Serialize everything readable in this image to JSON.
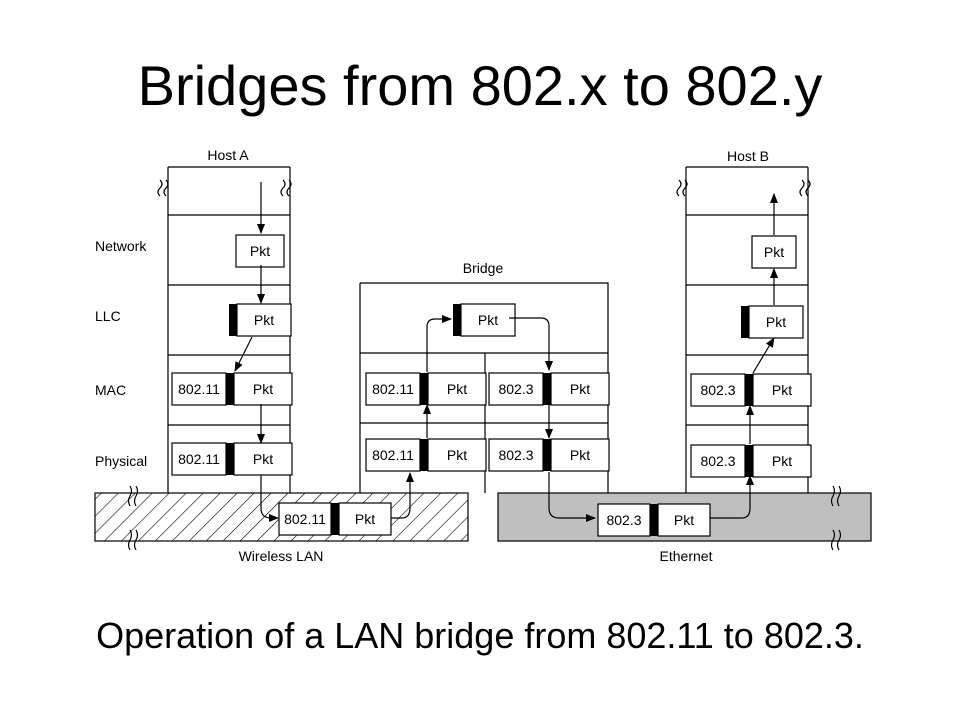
{
  "title": "Bridges from 802.x to 802.y",
  "caption": "Operation of a LAN bridge from 802.11 to 802.3.",
  "layers": {
    "network": "Network",
    "llc": "LLC",
    "mac": "MAC",
    "physical": "Physical"
  },
  "nodes": {
    "host_a": "Host A",
    "bridge": "Bridge",
    "host_b": "Host B"
  },
  "networks": {
    "wireless": "Wireless LAN",
    "ethernet": "Ethernet"
  },
  "packet": "Pkt",
  "protocols": {
    "wifi": "802.11",
    "ethernet": "802.3"
  },
  "colors": {
    "ethernet_fill": "#bfbfbf",
    "line": "#000000"
  }
}
